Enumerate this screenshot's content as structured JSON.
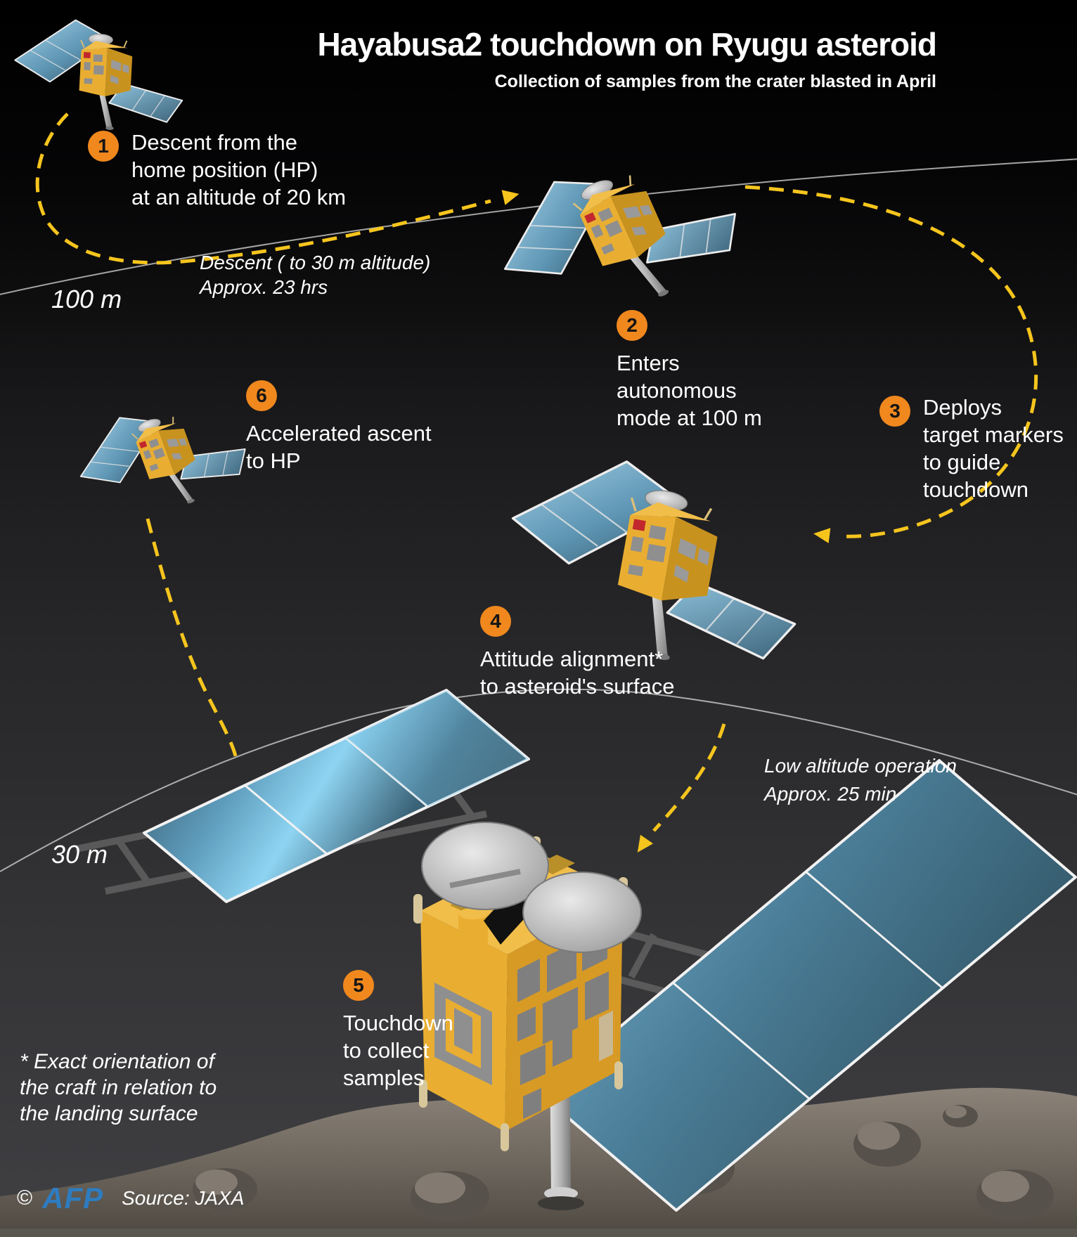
{
  "header": {
    "title": "Hayabusa2 touchdown on Ryugu asteroid",
    "subtitle": "Collection of samples from the crater blasted in April"
  },
  "steps": [
    {
      "num": "1",
      "text": "Descent from the\nhome position (HP)\nat an altitude of 20 km"
    },
    {
      "num": "2",
      "text": "Enters\nautonomous\nmode at 100 m"
    },
    {
      "num": "3",
      "text": "Deploys\ntarget markers\nto guide\ntouchdown"
    },
    {
      "num": "4",
      "text": "Attitude alignment*\nto asteroid's surface"
    },
    {
      "num": "5",
      "text": "Touchdown\nto collect\nsamples"
    },
    {
      "num": "6",
      "text": "Accelerated ascent\nto HP"
    }
  ],
  "annotations": {
    "descent_note": "Descent ( to 30 m altitude)\nApprox. 23 hrs",
    "low_altitude_note": "Low altitude operation\nApprox. 25 min",
    "altitude_100": "100 m",
    "altitude_30": "30 m",
    "footnote": "* Exact orientation of\nthe craft in relation to\nthe landing surface"
  },
  "footer": {
    "copyright": "©",
    "agency": "AFP",
    "source": "Source: JAXA"
  },
  "colors": {
    "accent_orange": "#F0881E",
    "dash_yellow": "#F6C51D",
    "panel_blue": "#5E96B4",
    "body_gold": "#E9AE33",
    "afp_blue": "#2E7CC0"
  }
}
